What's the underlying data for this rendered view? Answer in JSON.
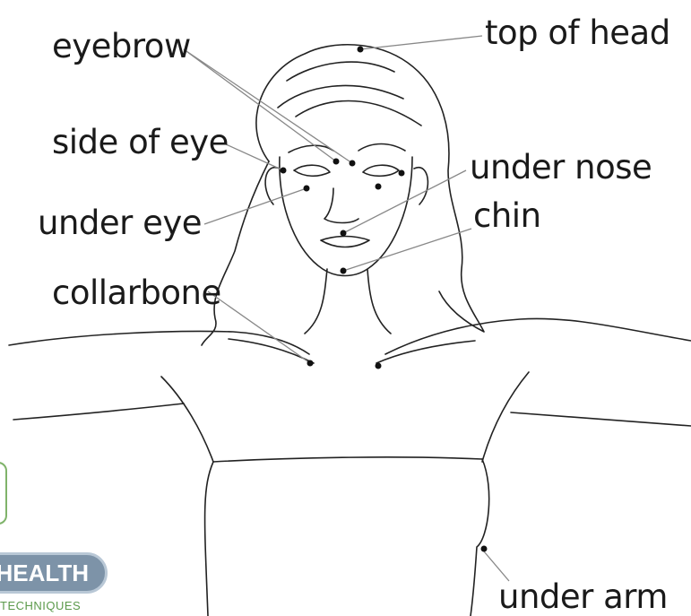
{
  "labels": {
    "eyebrow": "eyebrow",
    "top_of_head": "top of head",
    "side_of_eye": "side of eye",
    "under_nose": "under nose",
    "under_eye": "under eye",
    "chin": "chin",
    "collarbone": "collarbone",
    "under_arm": "under arm"
  },
  "logo": {
    "word": "HEALTH",
    "sub": "TECHNIQUES",
    "colors": {
      "pill": "#7d93a8",
      "accent": "#5b9a4b"
    }
  },
  "colors": {
    "ink": "#1a1a1a",
    "leader": "#888888"
  }
}
